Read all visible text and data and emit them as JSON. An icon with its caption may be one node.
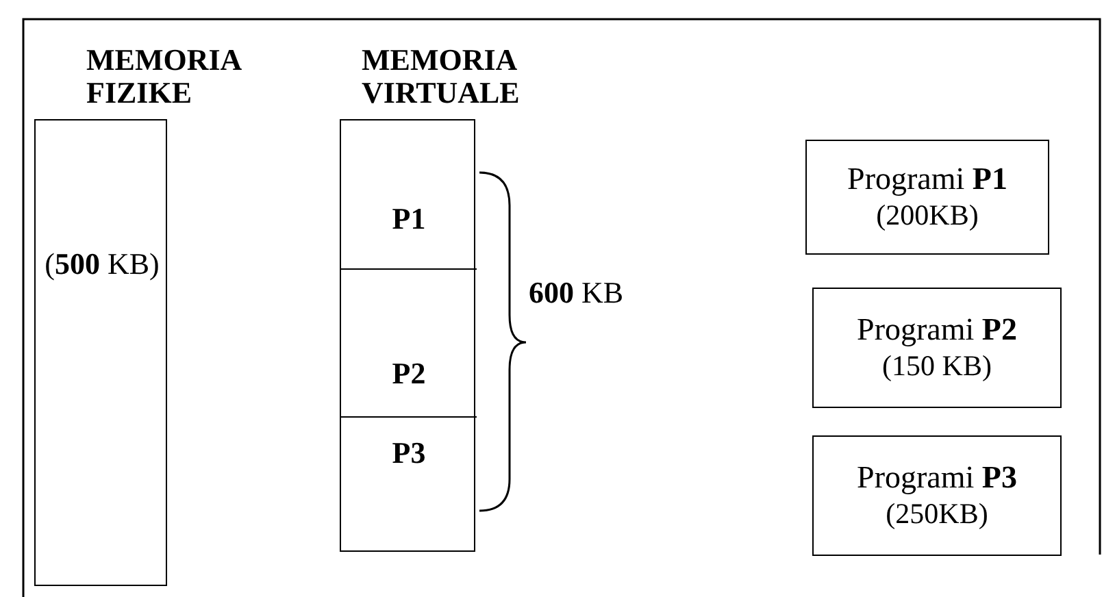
{
  "diagram": {
    "nodes": [
      {
        "text": [
          "MEMORIA FIZIKE",
          "(**500** KB)"
        ]
      },
      {
        "text": [
          "MEMORIA VIRTUALE"
        ]
      },
      {
        "text": [
          "P1"
        ],
        "in": 1
      },
      {
        "text": [
          "P2"
        ],
        "in": 1
      },
      {
        "text": [
          "P3"
        ],
        "in": 1
      },
      {
        "text": [
          "Programi **P1**",
          "(200KB)"
        ]
      },
      {
        "text": [
          "Programi **P2**",
          "(150 KB)"
        ]
      },
      {
        "text": [
          "Programi **P3**",
          "(250KB)"
        ]
      }
    ],
    "edges": [],
    "labels": [
      "**600** KB"
    ]
  }
}
